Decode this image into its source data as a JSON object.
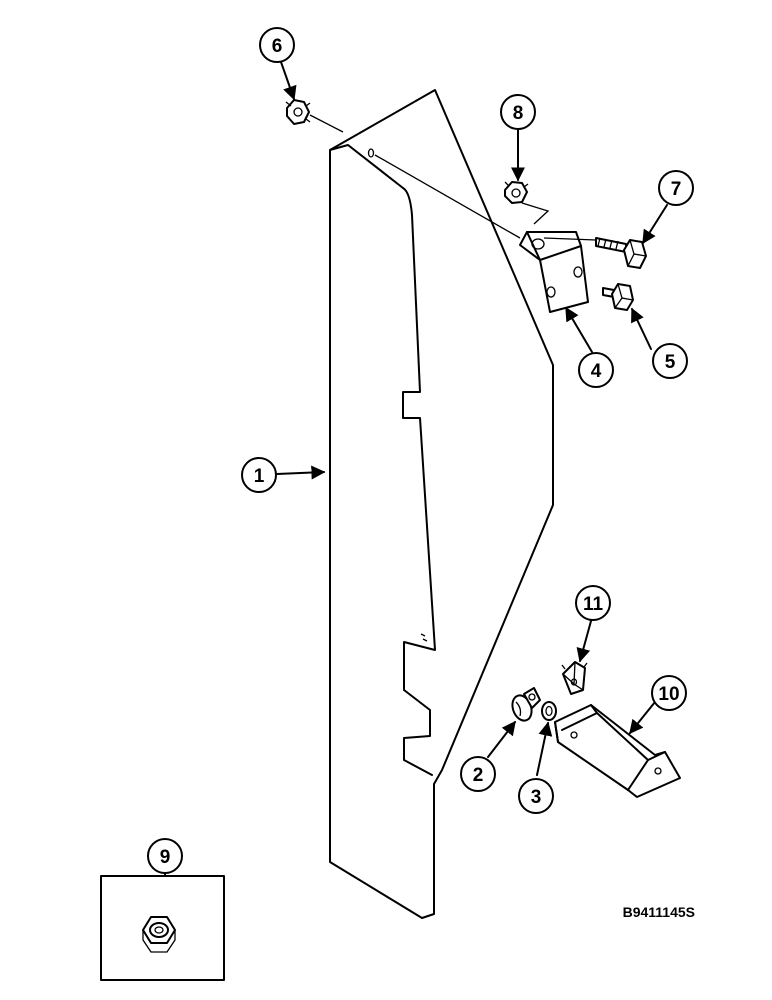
{
  "drawing_code": "B9411145S",
  "callouts": [
    {
      "id": "c1",
      "label": "1"
    },
    {
      "id": "c2",
      "label": "2"
    },
    {
      "id": "c3",
      "label": "3"
    },
    {
      "id": "c4",
      "label": "4"
    },
    {
      "id": "c5",
      "label": "5"
    },
    {
      "id": "c6",
      "label": "6"
    },
    {
      "id": "c7",
      "label": "7"
    },
    {
      "id": "c8",
      "label": "8"
    },
    {
      "id": "c9",
      "label": "9"
    },
    {
      "id": "c10",
      "label": "10"
    },
    {
      "id": "c11",
      "label": "11"
    }
  ]
}
